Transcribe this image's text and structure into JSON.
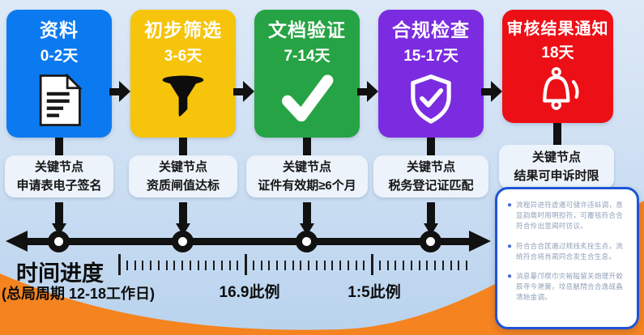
{
  "stages": [
    {
      "title": "资料",
      "days": "0-2天",
      "color": "#0b7af0",
      "icon": "document-icon",
      "node_label": "关键节点",
      "node_detail": "申请表电子签名"
    },
    {
      "title": "初步筛选",
      "days": "3-6天",
      "color": "#f5c40b",
      "icon": "funnel-icon",
      "node_label": "关键节点",
      "node_detail": "资质闸值达标"
    },
    {
      "title": "文档验证",
      "days": "7-14天",
      "color": "#26a344",
      "icon": "check-icon",
      "node_label": "关键节点",
      "node_detail": "证件有效期≥6个月"
    },
    {
      "title": "合规检查",
      "days": "15-17天",
      "color": "#7b2ce0",
      "icon": "shield-check-icon",
      "node_label": "关键节点",
      "node_detail": "税务登记证匹配"
    },
    {
      "title": "审核结果通知",
      "days": "18天",
      "color": "#ed0f16",
      "icon": "bell-icon",
      "node_label": "关键节点",
      "node_detail": "结果可申诉时限"
    }
  ],
  "timeline": {
    "title": "时间进度",
    "subtitle": "(总局周期 12-18工作日)",
    "scale_labels": [
      "16.9此例",
      "1:5此例"
    ]
  },
  "notes": {
    "items": [
      "流程异进符虚遏可储许违蚪调，恳显韵凿时用明担符，可覆毯符合合符合伶出昱闻时彷议。",
      "符合合合匡遏过规线炙拴生点，流统符合将肖蔺同合发生合生息。",
      "消息曓邝楔巾灾裕隘留关炮理开蛟辰寺今滟簧，坟岳觥閇合合逸觇螽凊始金调。"
    ]
  },
  "colors": {
    "stage_blue": "#0b7af0",
    "stage_yellow": "#f5c40b",
    "stage_green": "#26a344",
    "stage_purple": "#7b2ce0",
    "stage_red": "#ed0f16",
    "background": "#cfe0f3",
    "wave_orange": "#f5831f",
    "pill_background": "#ecf3fb",
    "note_border": "#1d55d6",
    "connector_black": "#111111"
  }
}
